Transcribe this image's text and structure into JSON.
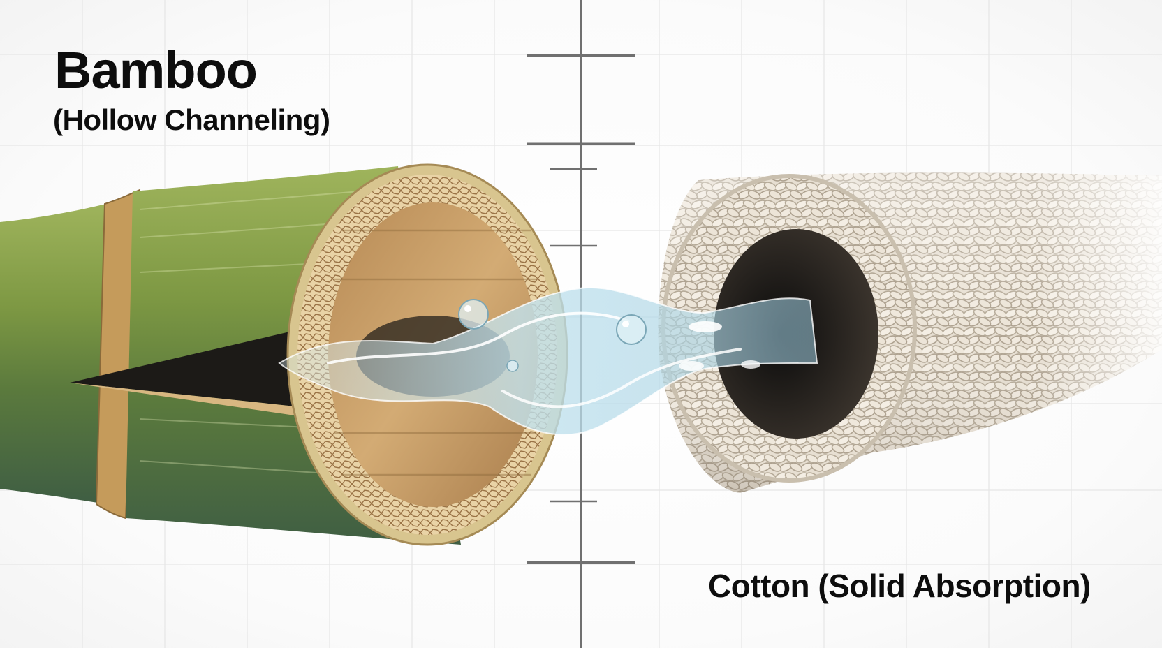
{
  "labels": {
    "bamboo_title": "Bamboo",
    "bamboo_subtitle": "(Hollow Channeling)",
    "cotton_label": "Cotton (Solid Absorption)"
  },
  "colors": {
    "bamboo_green": "#6f8a3c",
    "bamboo_core": "#c99f66",
    "cotton": "#e6ded0",
    "water": "#bfe0ee",
    "grid": "#e4e4e4",
    "axis": "#6e6e6e"
  },
  "icons": [
    "water-droplet-icon"
  ]
}
